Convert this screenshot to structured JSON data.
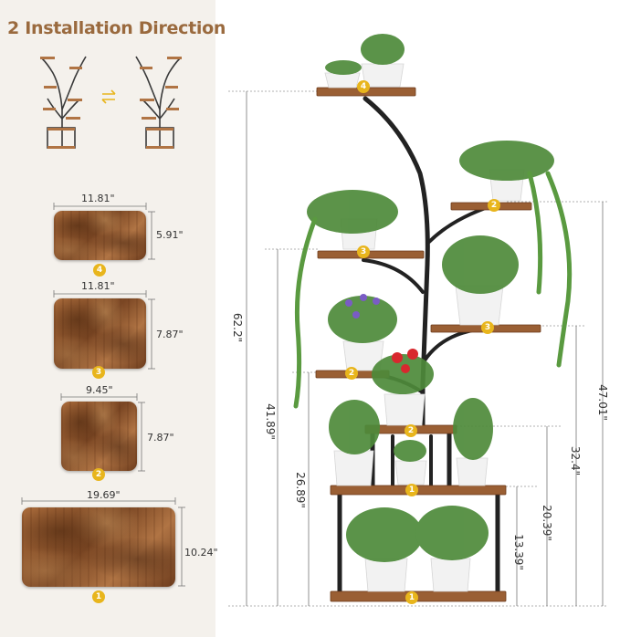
{
  "title": "2 Installation Direction",
  "direction_icon": "swap-arrows-icon",
  "shelves": [
    {
      "width": "11.81\"",
      "depth": "5.91\"",
      "badge": "4"
    },
    {
      "width": "11.81\"",
      "depth": "7.87\"",
      "badge": "3"
    },
    {
      "width": "9.45\"",
      "depth": "7.87\"",
      "badge": "2"
    },
    {
      "width": "19.69\"",
      "depth": "10.24\"",
      "badge": "1"
    }
  ],
  "heights": {
    "total": "62.2\"",
    "h41": "41.89\"",
    "h26": "26.89\"",
    "h47": "47.01\"",
    "h32": "32.4\"",
    "h20": "20.39\"",
    "h13": "13.39\""
  },
  "tier_badges": [
    "4",
    "2",
    "3",
    "3",
    "2",
    "2",
    "1",
    "1"
  ],
  "colors": {
    "accent": "#e8b51c",
    "title": "#9a6a3e",
    "wood": "#8a5430",
    "frame": "#2a2a2a"
  }
}
